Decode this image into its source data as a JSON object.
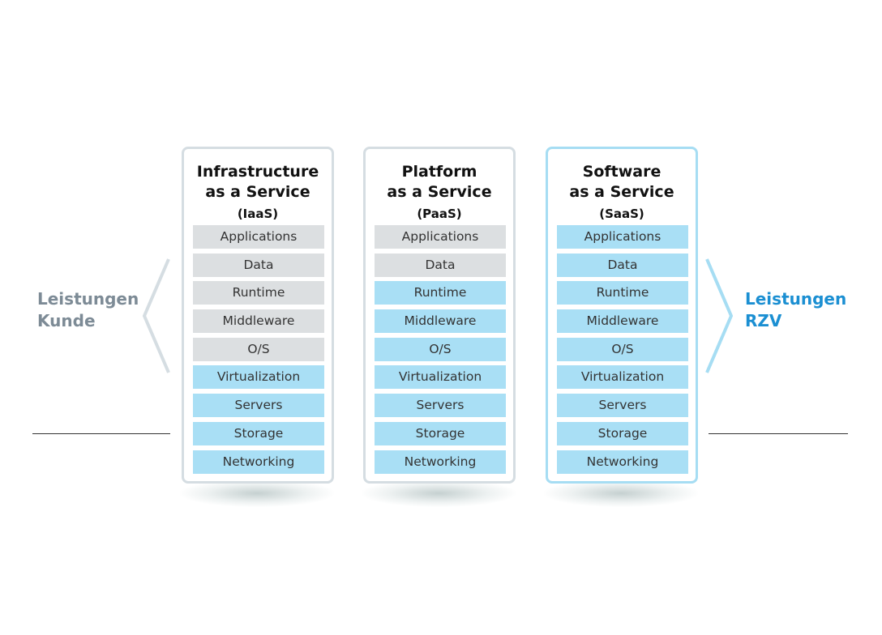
{
  "left_label": [
    "Leistungen",
    "Kunde"
  ],
  "right_label": [
    "Leistungen",
    "RZV"
  ],
  "colors": {
    "customer": "#dcdfe1",
    "provider": "#a9dff5",
    "left_text": "#7d8b96",
    "right_text": "#1b8fd2"
  },
  "columns": [
    {
      "title": [
        "Infrastructure",
        "as a Service",
        "(IaaS)"
      ],
      "layers": [
        {
          "label": "Applications",
          "managed_by": "customer"
        },
        {
          "label": "Data",
          "managed_by": "customer"
        },
        {
          "label": "Runtime",
          "managed_by": "customer"
        },
        {
          "label": "Middleware",
          "managed_by": "customer"
        },
        {
          "label": "O/S",
          "managed_by": "customer"
        },
        {
          "label": "Virtualization",
          "managed_by": "provider"
        },
        {
          "label": "Servers",
          "managed_by": "provider"
        },
        {
          "label": "Storage",
          "managed_by": "provider"
        },
        {
          "label": "Networking",
          "managed_by": "provider"
        }
      ]
    },
    {
      "title": [
        "Platform",
        "as a Service",
        "(PaaS)"
      ],
      "layers": [
        {
          "label": "Applications",
          "managed_by": "customer"
        },
        {
          "label": "Data",
          "managed_by": "customer"
        },
        {
          "label": "Runtime",
          "managed_by": "provider"
        },
        {
          "label": "Middleware",
          "managed_by": "provider"
        },
        {
          "label": "O/S",
          "managed_by": "provider"
        },
        {
          "label": "Virtualization",
          "managed_by": "provider"
        },
        {
          "label": "Servers",
          "managed_by": "provider"
        },
        {
          "label": "Storage",
          "managed_by": "provider"
        },
        {
          "label": "Networking",
          "managed_by": "provider"
        }
      ]
    },
    {
      "title": [
        "Software",
        "as a Service",
        "(SaaS)"
      ],
      "layers": [
        {
          "label": "Applications",
          "managed_by": "provider"
        },
        {
          "label": "Data",
          "managed_by": "provider"
        },
        {
          "label": "Runtime",
          "managed_by": "provider"
        },
        {
          "label": "Middleware",
          "managed_by": "provider"
        },
        {
          "label": "O/S",
          "managed_by": "provider"
        },
        {
          "label": "Virtualization",
          "managed_by": "provider"
        },
        {
          "label": "Servers",
          "managed_by": "provider"
        },
        {
          "label": "Storage",
          "managed_by": "provider"
        },
        {
          "label": "Networking",
          "managed_by": "provider"
        }
      ]
    }
  ]
}
